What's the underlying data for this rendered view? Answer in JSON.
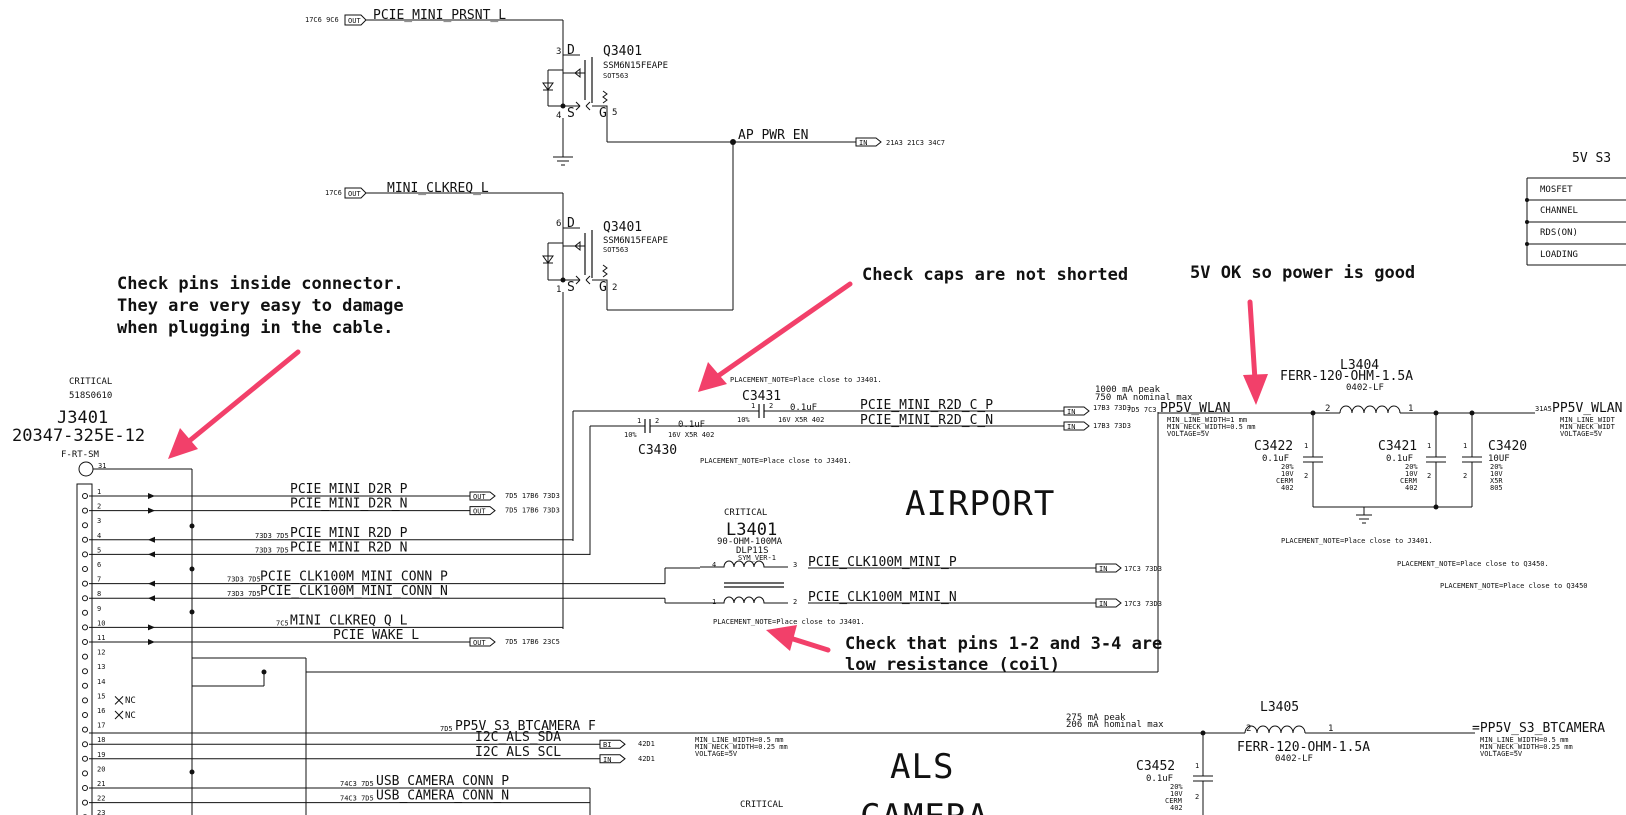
{
  "top": {
    "q1": {
      "ref": "Q3401",
      "part": "SSM6N15FEAPE",
      "pkg": "SOT563",
      "d_pin": "3",
      "s_pin": "4",
      "g_pin": "5",
      "D": "D",
      "S": "S",
      "G": "G"
    },
    "q2": {
      "ref": "Q3401",
      "part": "SSM6N15FEAPE",
      "pkg": "SOT563",
      "d_pin": "6",
      "s_pin": "1",
      "g_pin": "2",
      "D": "D",
      "S": "S",
      "G": "G"
    },
    "prsnt": {
      "ref": "17C6 9C6",
      "port": "OUT",
      "net": "PCIE_MINI_PRSNT_L"
    },
    "clkreq": {
      "ref": "17C6",
      "port": "OUT",
      "net": "MINI_CLKREQ_L"
    },
    "ap_pwr": {
      "net": "AP_PWR_EN",
      "port": "IN",
      "ref": "21A3 21C3 34C7"
    }
  },
  "connector": {
    "critical": "CRITICAL",
    "part_no": "518S0610",
    "ref": "J3401",
    "part": "20347-325E-12",
    "fp": "F-RT-SM",
    "pin31": "31",
    "pins": [
      "1",
      "2",
      "3",
      "4",
      "5",
      "6",
      "7",
      "8",
      "9",
      "10",
      "11",
      "12",
      "13",
      "14",
      "15",
      "16",
      "17",
      "18",
      "19",
      "20",
      "21",
      "22",
      "23"
    ],
    "nc15": "NC",
    "nc16": "NC"
  },
  "left_nets": [
    {
      "net": "PCIE_MINI_D2R_P",
      "port": "OUT",
      "ref": "7D5 17B6 73D3",
      "lref": ""
    },
    {
      "net": "PCIE_MINI_D2R_N",
      "port": "OUT",
      "ref": "7D5 17B6 73D3",
      "lref": ""
    },
    {
      "net": "PCIE_MINI_R2D_P",
      "port": "",
      "ref": "",
      "lref": "73D3 7D5"
    },
    {
      "net": "PCIE_MINI_R2D_N",
      "port": "",
      "ref": "",
      "lref": "73D3 7D5"
    },
    {
      "net": "PCIE_CLK100M_MINI_CONN_P",
      "port": "",
      "ref": "",
      "lref": "73D3 7D5"
    },
    {
      "net": "PCIE_CLK100M_MINI_CONN_N",
      "port": "",
      "ref": "",
      "lref": "73D3 7D5"
    },
    {
      "net": "MINI_CLKREQ_Q_L",
      "port": "",
      "ref": "",
      "lref": "7C5"
    },
    {
      "net": "PCIE_WAKE_L",
      "port": "OUT",
      "ref": "7D5 17B6 23C5",
      "lref": ""
    },
    {
      "net": "PP5V_S3_BTCAMERA_F",
      "port": "",
      "ref": "",
      "lref": "7D5"
    },
    {
      "net": "I2C_ALS_SDA",
      "port": "BI",
      "ref": "42D1",
      "lref": ""
    },
    {
      "net": "I2C_ALS_SCL",
      "port": "IN",
      "ref": "42D1",
      "lref": ""
    },
    {
      "net": "USB_CAMERA_CONN_P",
      "port": "",
      "ref": "",
      "lref": "74C3 7D5"
    },
    {
      "net": "USB_CAMERA_CONN_N",
      "port": "",
      "ref": "",
      "lref": "74C3 7D5"
    }
  ],
  "caps_r2d": {
    "c3431": {
      "ref": "C3431",
      "val": "0.1uF",
      "tol": "10%",
      "spec": "16V X5R 402",
      "p1": "1",
      "p2": "2"
    },
    "c3430": {
      "ref": "C3430",
      "val": "0.1uF",
      "tol": "10%",
      "spec": "16V X5R 402",
      "p1": "1",
      "p2": "2"
    },
    "note_top": "PLACEMENT_NOTE=Place close to J3401.",
    "note_bot": "PLACEMENT_NOTE=Place close to J3401.",
    "r2d_c_p": {
      "net": "PCIE_MINI_R2D_C_P",
      "port": "IN",
      "ref": "17B3 73D3"
    },
    "r2d_c_n": {
      "net": "PCIE_MINI_R2D_C_N",
      "port": "IN",
      "ref": "17B3 73D3"
    }
  },
  "airport": "AIRPORT",
  "l3401": {
    "critical": "CRITICAL",
    "ref": "L3401",
    "val": "90-OHM-100MA",
    "part": "DLP11S",
    "sub": "SYM_VER-1",
    "p4": "4",
    "p3": "3",
    "p1": "1",
    "p2": "2",
    "clk_p": {
      "net": "PCIE_CLK100M_MINI_P",
      "port": "IN",
      "ref": "17C3 73D3"
    },
    "clk_n": {
      "net": "PCIE_CLK100M_MINI_N",
      "port": "IN",
      "ref": "17C3 73D3"
    },
    "note": "PLACEMENT_NOTE=Place close to J3401."
  },
  "wlan": {
    "peak": "1000 mA peak",
    "nominal": "750 mA nominal max",
    "ref": "7D5 7C3",
    "net": "PP5V_WLAN",
    "props": [
      "MIN_LINE_WIDTH=1 mm",
      "MIN_NECK_WIDTH=0.5 mm",
      "VOLTAGE=5V"
    ],
    "l3404": {
      "ref": "L3404",
      "val": "FERR-120-OHM-1.5A",
      "pkg": "0402-LF",
      "p2": "2",
      "p1": "1"
    },
    "c3422": {
      "ref": "C3422",
      "val": "0.1uF",
      "s1": "20%",
      "s2": "10V",
      "s3": "CERM",
      "s4": "402"
    },
    "c3421": {
      "ref": "C3421",
      "val": "0.1uF",
      "s1": "20%",
      "s2": "10V",
      "s3": "CERM",
      "s4": "402"
    },
    "c3420": {
      "ref": "C3420",
      "val": "10UF",
      "s1": "20%",
      "s2": "10V",
      "s3": "X5R",
      "s4": "805"
    },
    "cap_p1": "1",
    "cap_p2": "2",
    "out_ref": "31A5",
    "out_net": "PP5V_WLAN",
    "out_props": [
      "MIN_LINE_WIDT",
      "MIN_NECK_WIDT",
      "VOLTAGE=5V"
    ],
    "note1": "PLACEMENT_NOTE=Place close to J3401.",
    "note2": "PLACEMENT_NOTE=Place close to Q3450.",
    "note3": "PLACEMENT_NOTE=Place close to Q3450"
  },
  "table5v": {
    "title": "5V S3",
    "rows": [
      "MOSFET",
      "CHANNEL",
      "RDS(ON)",
      "LOADING"
    ]
  },
  "camera": {
    "peak": "275 mA peak",
    "nominal": "206 mA nominal max",
    "props": [
      "MIN_LINE_WIDTH=0.5 mm",
      "MIN_NECK_WIDTH=0.25 mm",
      "VOLTAGE=5V"
    ],
    "l3405": {
      "ref": "L3405",
      "val": "FERR-120-OHM-1.5A",
      "pkg": "0402-LF",
      "p2": "2",
      "p1": "1"
    },
    "out_net": "=PP5V_S3_BTCAMERA",
    "out_props": [
      "MIN_LINE_WIDTH=0.5 mm",
      "MIN_NECK_WIDTH=0.25 mm",
      "VOLTAGE=5V"
    ],
    "c3452": {
      "ref": "C3452",
      "val": "0.1uF",
      "s1": "20%",
      "s2": "10V",
      "s3": "CERM",
      "s4": "402",
      "p1": "1",
      "p2": "2"
    },
    "als": "ALS",
    "camera_title": "CAMERA",
    "critical": "CRITICAL"
  },
  "annotations": {
    "pins": [
      "Check pins inside connector.",
      "They are very easy to damage",
      "when plugging in the cable."
    ],
    "caps": "Check caps are not shorted",
    "power": "5V OK so power is good",
    "coil": [
      "Check that pins 1-2 and 3-4 are",
      "low resistance (coil)"
    ]
  },
  "colors": {
    "annotation": "#f2406a",
    "wire": "#111111"
  }
}
